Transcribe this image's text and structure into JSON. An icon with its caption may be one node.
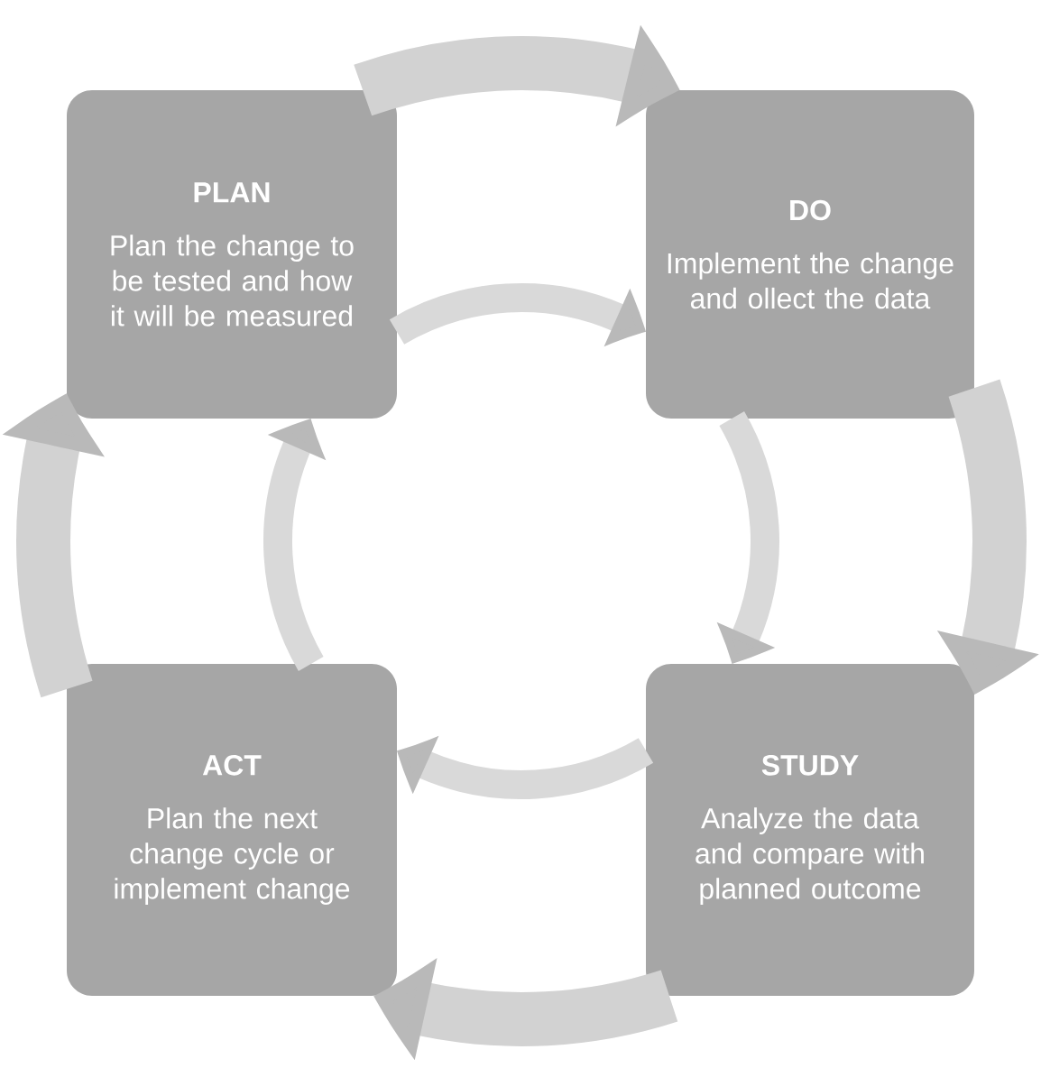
{
  "diagram": {
    "nodes": [
      {
        "text": [
          "PLAN",
          "Plan the change to be tested and how it will be measured"
        ]
      },
      {
        "text": [
          "DO",
          "Implement the change and ollect the data"
        ]
      },
      {
        "text": [
          "ACT",
          "Plan the next change cycle or implement change"
        ]
      },
      {
        "text": [
          "STUDY",
          "Analyze the data and compare with planned outcome"
        ]
      }
    ],
    "edges": [
      {
        "from": 0,
        "to": 1,
        "arrow": "to",
        "style": "thick"
      },
      {
        "from": 1,
        "to": 3,
        "arrow": "to",
        "style": "thick"
      },
      {
        "from": 3,
        "to": 2,
        "arrow": "to",
        "style": "thick"
      },
      {
        "from": 2,
        "to": 0,
        "arrow": "to",
        "style": "thick"
      },
      {
        "from": 0,
        "to": 1,
        "arrow": "to"
      },
      {
        "from": 1,
        "to": 3,
        "arrow": "to"
      },
      {
        "from": 3,
        "to": 2,
        "arrow": "to"
      },
      {
        "from": 2,
        "to": 0,
        "arrow": "to"
      }
    ]
  }
}
